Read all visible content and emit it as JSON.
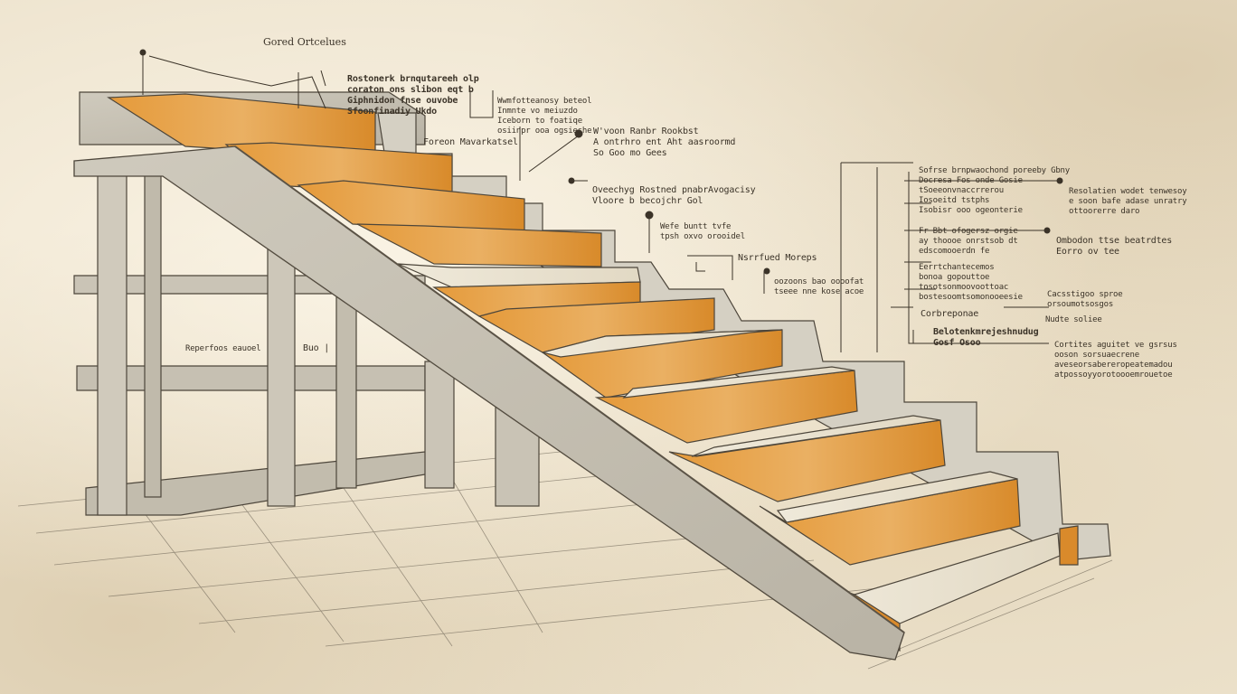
{
  "diagram": {
    "top_label": "Gored Ortcelues",
    "annotations": [
      {
        "id": "a1",
        "lines": [
          "Rostonerk brnqutareeh olp",
          "coraton ons slibon eqt b",
          "Giphnidon fnse ouvobe",
          "Sfoonfinadiy Ukdo"
        ]
      },
      {
        "id": "a2",
        "lines": [
          "Wwmfotteanosy beteol",
          "Inmnte vo meiuzdo",
          "Iceborn to foatiqe",
          "osiinpr ooa ogsieshe"
        ]
      },
      {
        "id": "a3",
        "lines": [
          "Foreon Mavarkatsel"
        ]
      },
      {
        "id": "a4",
        "lines": [
          "W'voon Ranbr Rookbst",
          "A ontrhro ent Aht aasroormd",
          "So Goo mo Gees"
        ]
      },
      {
        "id": "a5",
        "lines": [
          "Oveechyg Rostned pnabrAvogacisy",
          "Vloore b becojchr Gol"
        ]
      },
      {
        "id": "a6",
        "lines": [
          "Wefe buntt tvfe",
          "tpsh oxvo orooidel"
        ]
      },
      {
        "id": "a7",
        "lines": [
          "Nsrrfued Moreps"
        ]
      },
      {
        "id": "a8",
        "lines": [
          "oozoons bao oooofat",
          "tseee nne kose acoe"
        ]
      },
      {
        "id": "a9",
        "lines": [
          "Sofrse brnpwaochond poreeby Gbny",
          "Docresa Fos onde Gosie",
          "tSoeeonvnaccrrerou",
          "Iosoeitd tstphs",
          "Isobisr ooo ogeonterie"
        ]
      },
      {
        "id": "a10",
        "lines": [
          "Fr Bbt ofogersz orgie",
          "ay thoooe onrstsob dt",
          "edscomooerdn fe"
        ]
      },
      {
        "id": "a11",
        "lines": [
          "Eerrtchantecemos",
          "bonoa gopouttoe",
          "tosotsonmoovoottoac",
          "bostesoomtsomonooeesie"
        ]
      },
      {
        "id": "a12",
        "lines": [
          "Corbreponae"
        ]
      },
      {
        "id": "a13",
        "lines": [
          "Belotenkmrejeshnudug",
          "Gosf Osoo"
        ]
      },
      {
        "id": "a14",
        "lines": [
          "Resolatien wodet tenwesoy",
          "e soon bafe adase unratry",
          "ottoorerre daro"
        ]
      },
      {
        "id": "a15",
        "lines": [
          "Ombodon ttse beatrdtes",
          "Eorro ov tee"
        ]
      },
      {
        "id": "a16",
        "lines": [
          "Cacsstigoo sproe",
          "orsoumotsosgos"
        ]
      },
      {
        "id": "a17",
        "lines": [
          "Nudte soliee"
        ]
      },
      {
        "id": "a18",
        "lines": [
          "Cortites aguitet ve gsrsus",
          "ooson sorsuaecrene",
          "aveseorsabereropeatemadou",
          "atpossoyyorotoooemrouetoe"
        ]
      },
      {
        "id": "a19",
        "lines": [
          "Reperfoos eauoel"
        ]
      },
      {
        "id": "a20",
        "lines": [
          "Buo |"
        ]
      }
    ]
  }
}
